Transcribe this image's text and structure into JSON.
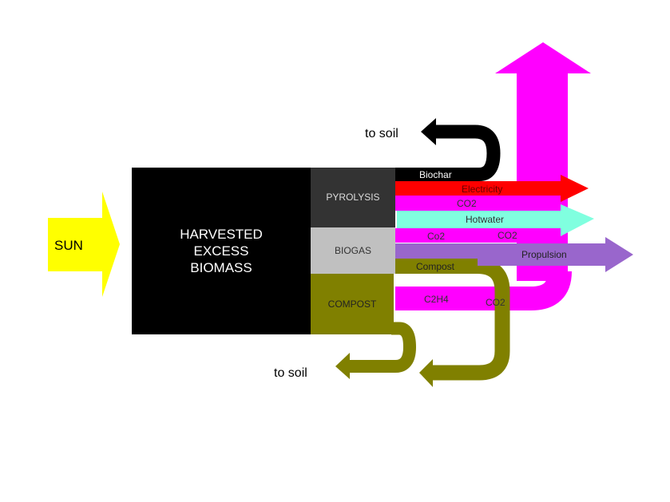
{
  "source": {
    "label": "SUN",
    "color": "#ffff00"
  },
  "main": {
    "line1": "HARVESTED",
    "line2": "EXCESS",
    "line3": "BIOMASS",
    "color": "#000000"
  },
  "processes": [
    {
      "label": "PYROLYSIS",
      "color": "#333333"
    },
    {
      "label": "BIOGAS",
      "color": "#c0c0c0"
    },
    {
      "label": "COMPOST",
      "color": "#808000"
    }
  ],
  "flows": {
    "biochar": "Biochar",
    "electricity": "Electricity",
    "co2_pyrolysis": "CO2",
    "hotwater": "Hotwater",
    "co2_biogas_a": "Co2",
    "co2_biogas_b": "CO2",
    "propulsion": "Propulsion",
    "compost": "Compost",
    "c2h4": "C2H4",
    "co2_compost": "CO2",
    "to_soil_top": "to soil",
    "to_soil_bottom": "to soil"
  },
  "colors": {
    "co2": "#ff00ff",
    "electricity": "#ff0000",
    "hotwater": "#80ffdf",
    "propulsion": "#9966cc",
    "compost": "#808000",
    "biochar": "#000000"
  }
}
